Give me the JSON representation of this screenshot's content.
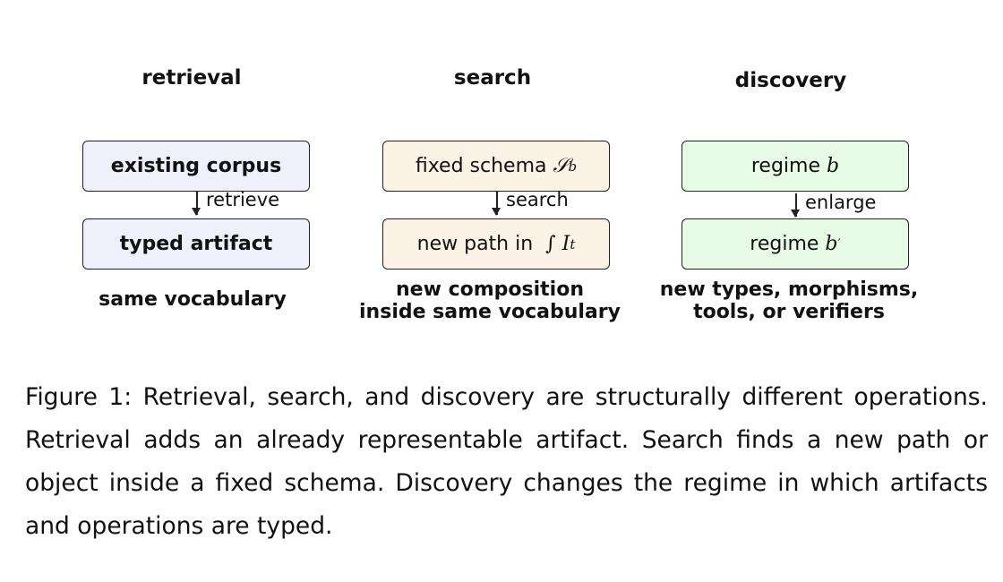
{
  "columns": [
    {
      "title": "retrieval",
      "top_box": "existing corpus",
      "arrow_label": "retrieve",
      "bottom_box": "typed artifact",
      "note": "same vocabulary"
    },
    {
      "title": "search",
      "top_box_text": "fixed schema",
      "top_box_math": "𝒮",
      "top_box_sub": "b",
      "arrow_label": "search",
      "bottom_box_text": "new path in",
      "bottom_box_math": "∫ I",
      "bottom_box_sub": "t",
      "note_line1": "new composition",
      "note_line2": "inside same vocabulary"
    },
    {
      "title": "discovery",
      "top_box_text": "regime",
      "top_box_math": "b",
      "arrow_label": "enlarge",
      "bottom_box_text": "regime",
      "bottom_box_math": "b",
      "bottom_box_sup": "′",
      "note_line1": "new types, morphisms,",
      "note_line2": "tools, or verifiers"
    }
  ],
  "colors": {
    "retrieval_fill": "#eff0fb",
    "search_fill": "#fdf2e6",
    "discovery_fill": "#e7fbe6",
    "border": "#222222"
  },
  "caption": "Figure 1: Retrieval, search, and discovery are structurally different operations. Retrieval adds an already representable artifact. Search finds a new path or object inside a fixed schema. Discovery changes the regime in which artifacts and operations are typed."
}
